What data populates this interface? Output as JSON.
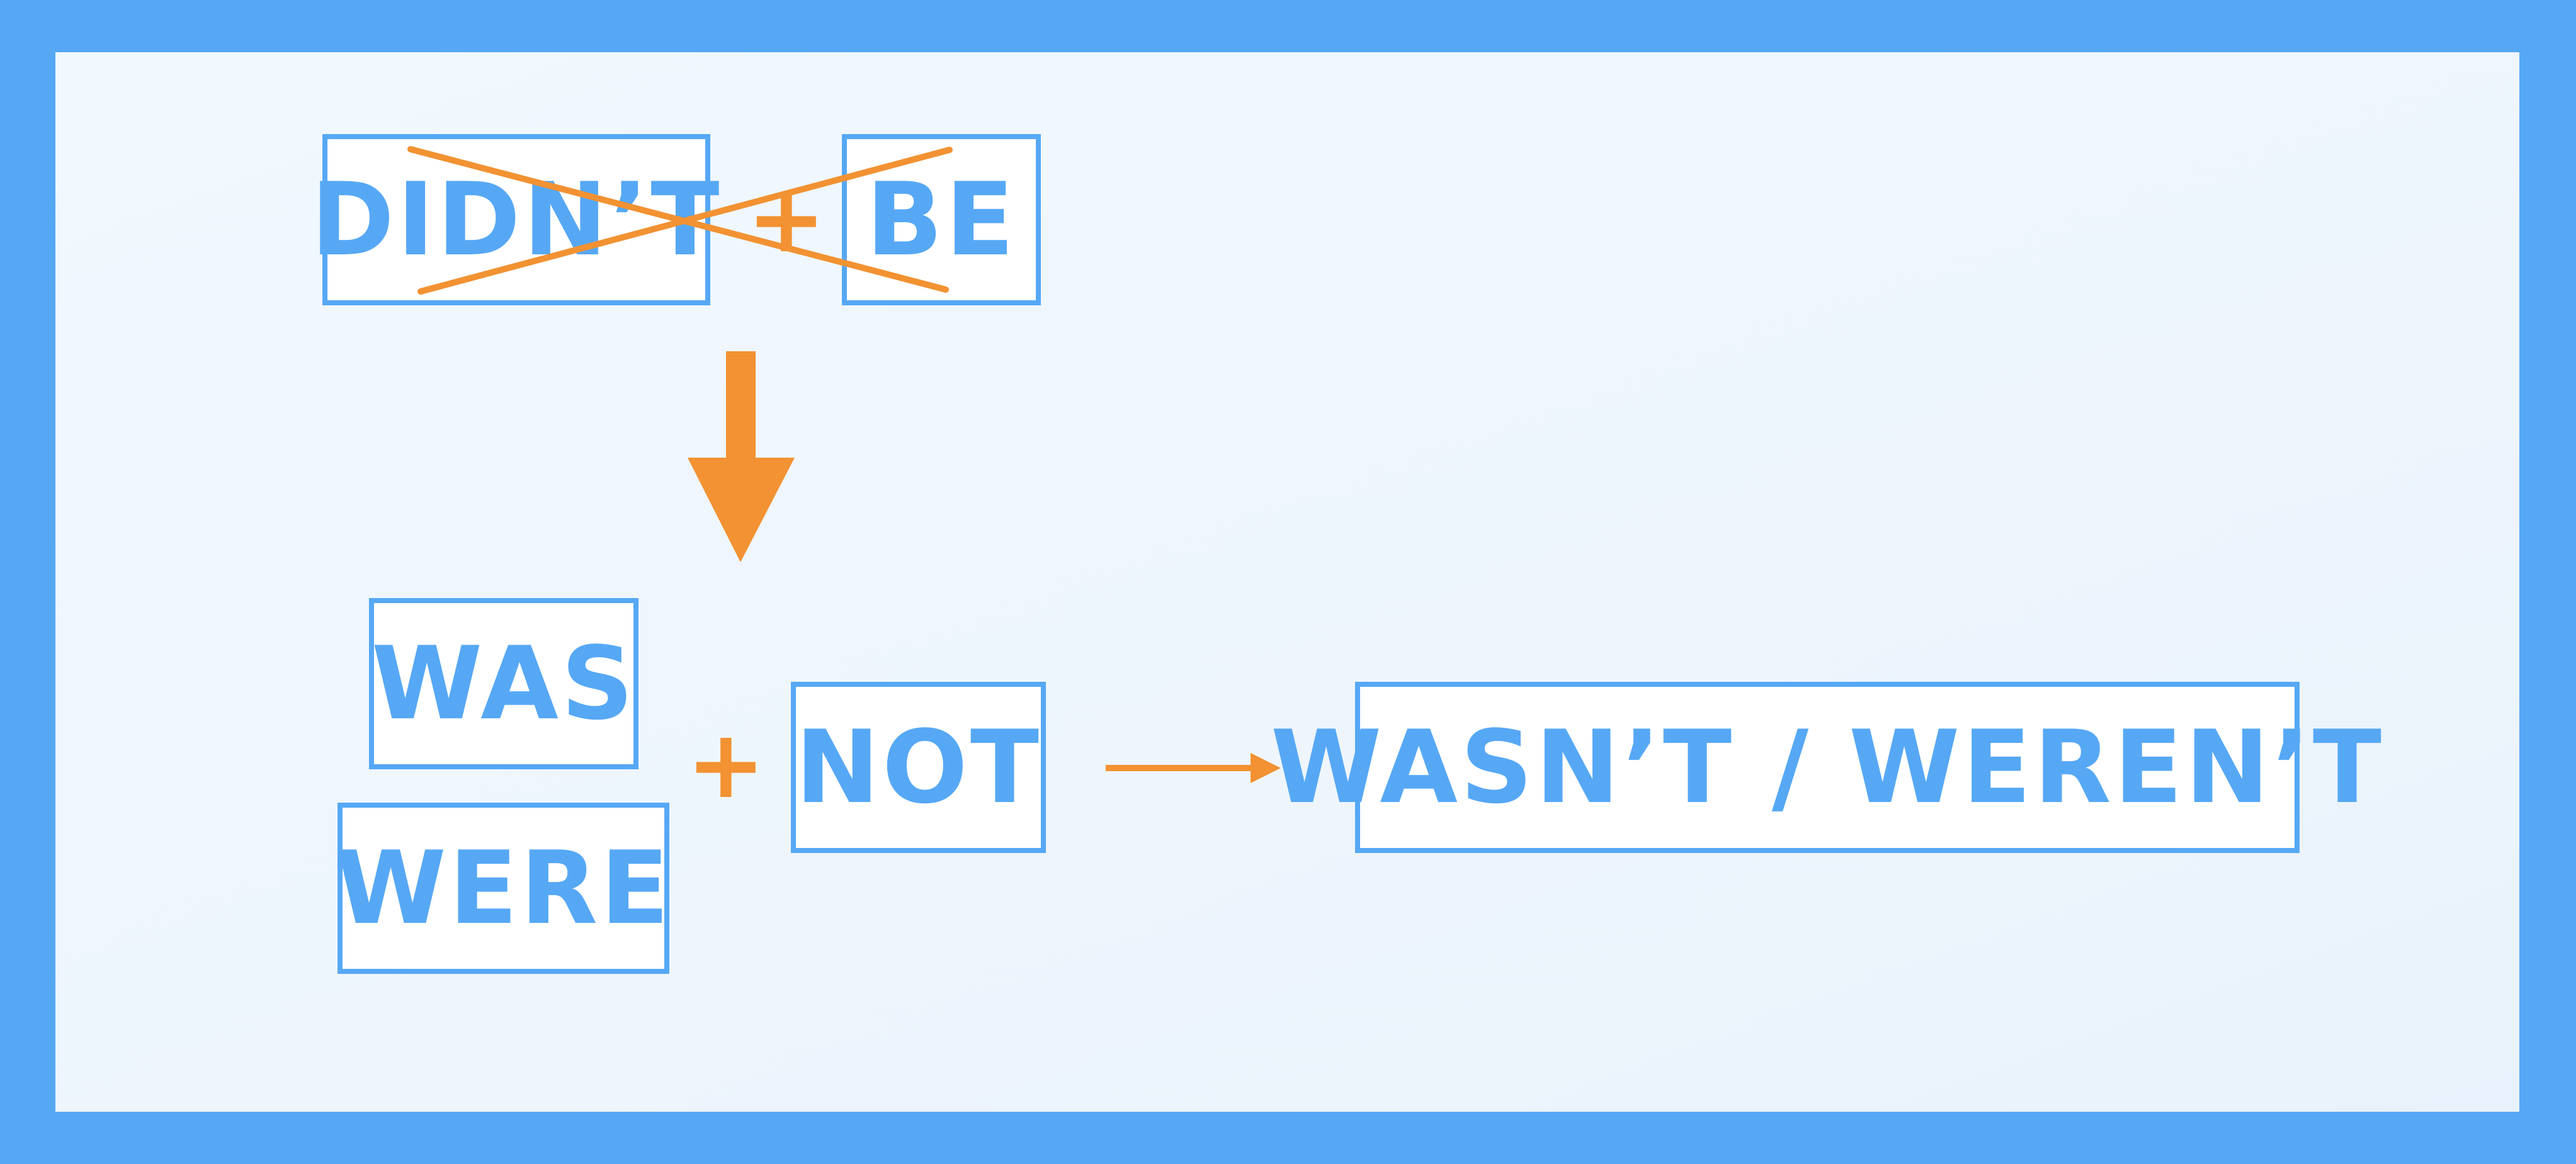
{
  "colors": {
    "frame": "#56a8f5",
    "box_text": "#56a8f5",
    "accent": "#f29232",
    "box_fill": "#ffffff"
  },
  "top_row": {
    "word1": "DIDN’T",
    "plus": "+",
    "word2": "BE"
  },
  "middle_row": {
    "word_was": "WAS",
    "word_were": "WERE",
    "plus": "+",
    "word_not": "NOT",
    "result": "WASN’T / WEREN’T"
  }
}
